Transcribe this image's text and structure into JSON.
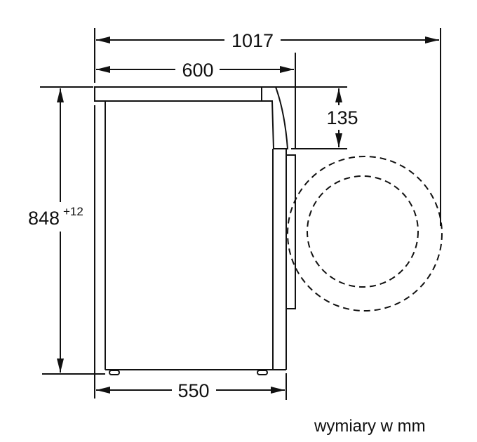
{
  "diagram": {
    "type": "technical dimension drawing (side view of washing machine)",
    "dimensions": {
      "total_depth_door_open": "1017",
      "depth": "600",
      "door_protrusion": "135",
      "height": "848",
      "height_tolerance": "+12",
      "base_depth": "550"
    },
    "caption": "wymiary w mm",
    "colors": {
      "line": "#111111",
      "background": "#ffffff"
    }
  }
}
